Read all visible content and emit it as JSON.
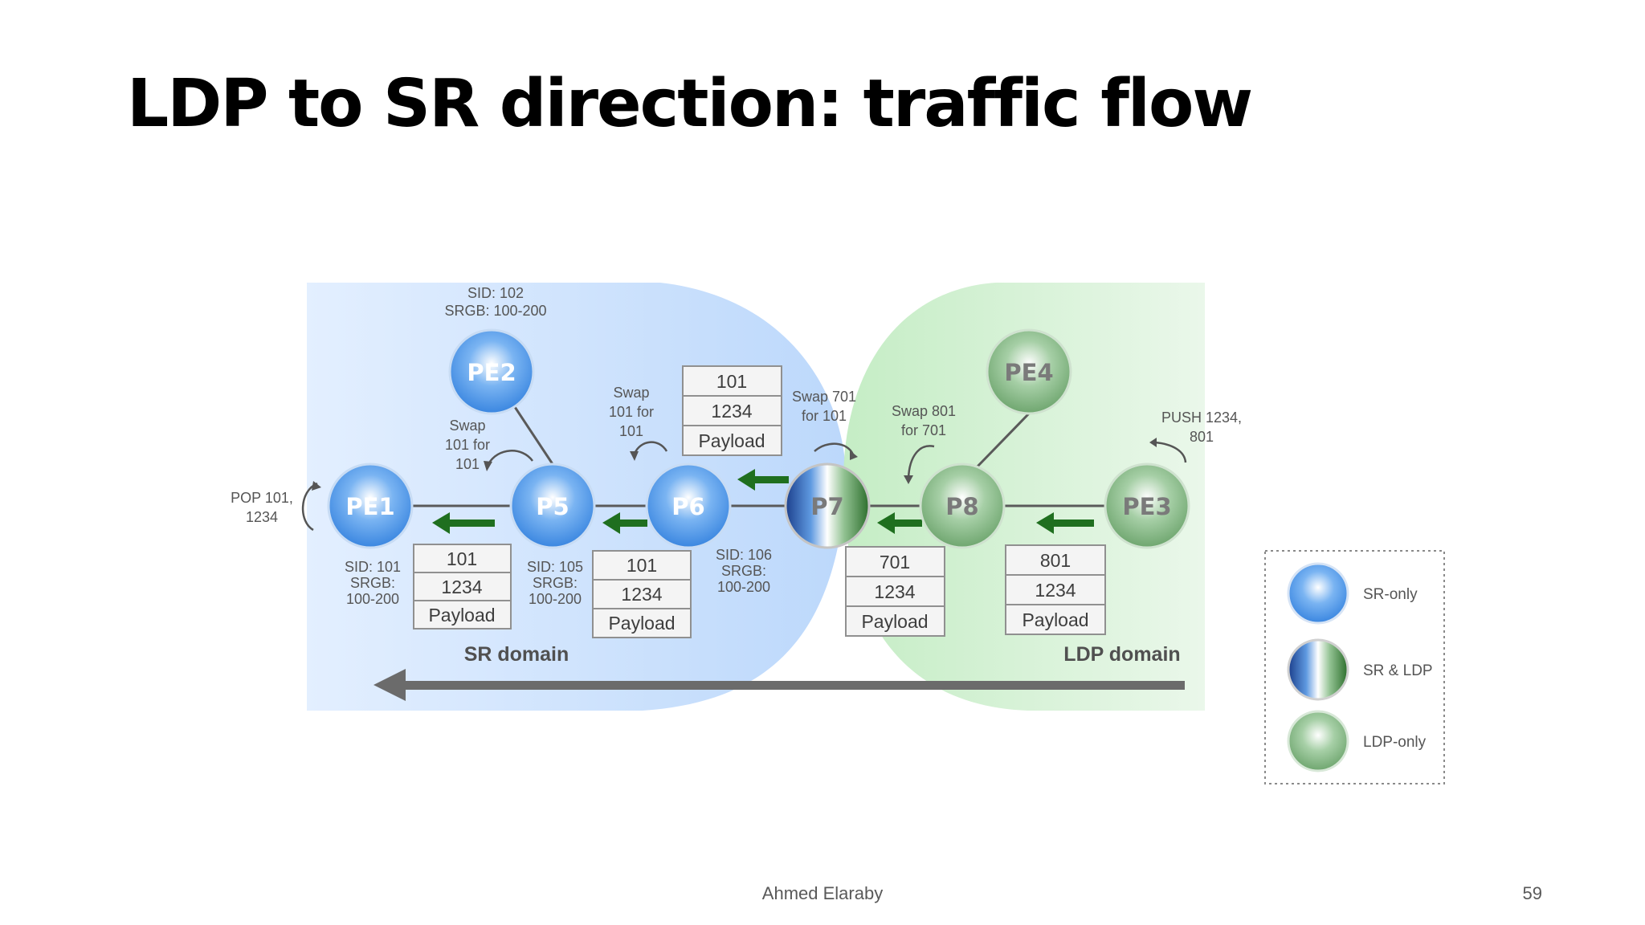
{
  "slide": {
    "title": "LDP to SR direction: traffic flow",
    "author": "Ahmed Elaraby",
    "page_number": "59"
  },
  "diagram": {
    "domains": {
      "sr": "SR domain",
      "ldp": "LDP domain"
    },
    "nodes": {
      "pe1": "PE1",
      "p5": "P5",
      "p6": "P6",
      "p7": "P7",
      "p8": "P8",
      "pe3": "PE3",
      "pe2": "PE2",
      "pe4": "PE4"
    },
    "node_info": {
      "pe2": [
        "SID: 102",
        "SRGB: 100-200"
      ],
      "pe1": [
        "SID: 101",
        "SRGB:",
        "100-200"
      ],
      "p5": [
        "SID: 105",
        "SRGB:",
        "100-200"
      ],
      "p6": [
        "SID: 106",
        "SRGB:",
        "100-200"
      ]
    },
    "actions": {
      "pop": [
        "POP 101,",
        "1234"
      ],
      "swap_p5": [
        "Swap",
        "101 for",
        "101"
      ],
      "swap_p6": [
        "Swap",
        "101 for",
        "101"
      ],
      "swap_p7": [
        "Swap 701",
        "for 101"
      ],
      "swap_p8": [
        "Swap 801",
        "for 701"
      ],
      "push": [
        "PUSH 1234,",
        "801"
      ]
    },
    "stacks": {
      "pe1_p5": [
        "101",
        "1234",
        "Payload"
      ],
      "p5_p6": [
        "101",
        "1234",
        "Payload"
      ],
      "p6_p7": [
        "101",
        "1234",
        "Payload"
      ],
      "p7_p8": [
        "701",
        "1234",
        "Payload"
      ],
      "p8_pe3": [
        "801",
        "1234",
        "Payload"
      ]
    },
    "legend": {
      "sr_only": "SR-only",
      "sr_ldp": "SR & LDP",
      "ldp_only": "LDP-only"
    },
    "colors": {
      "sr": "#4f9ae8",
      "ldp": "#8fbf8f",
      "sr_dark": "#1c3f8c",
      "arrow": "#1f6f1f",
      "flow": "#6b6b6b"
    }
  }
}
